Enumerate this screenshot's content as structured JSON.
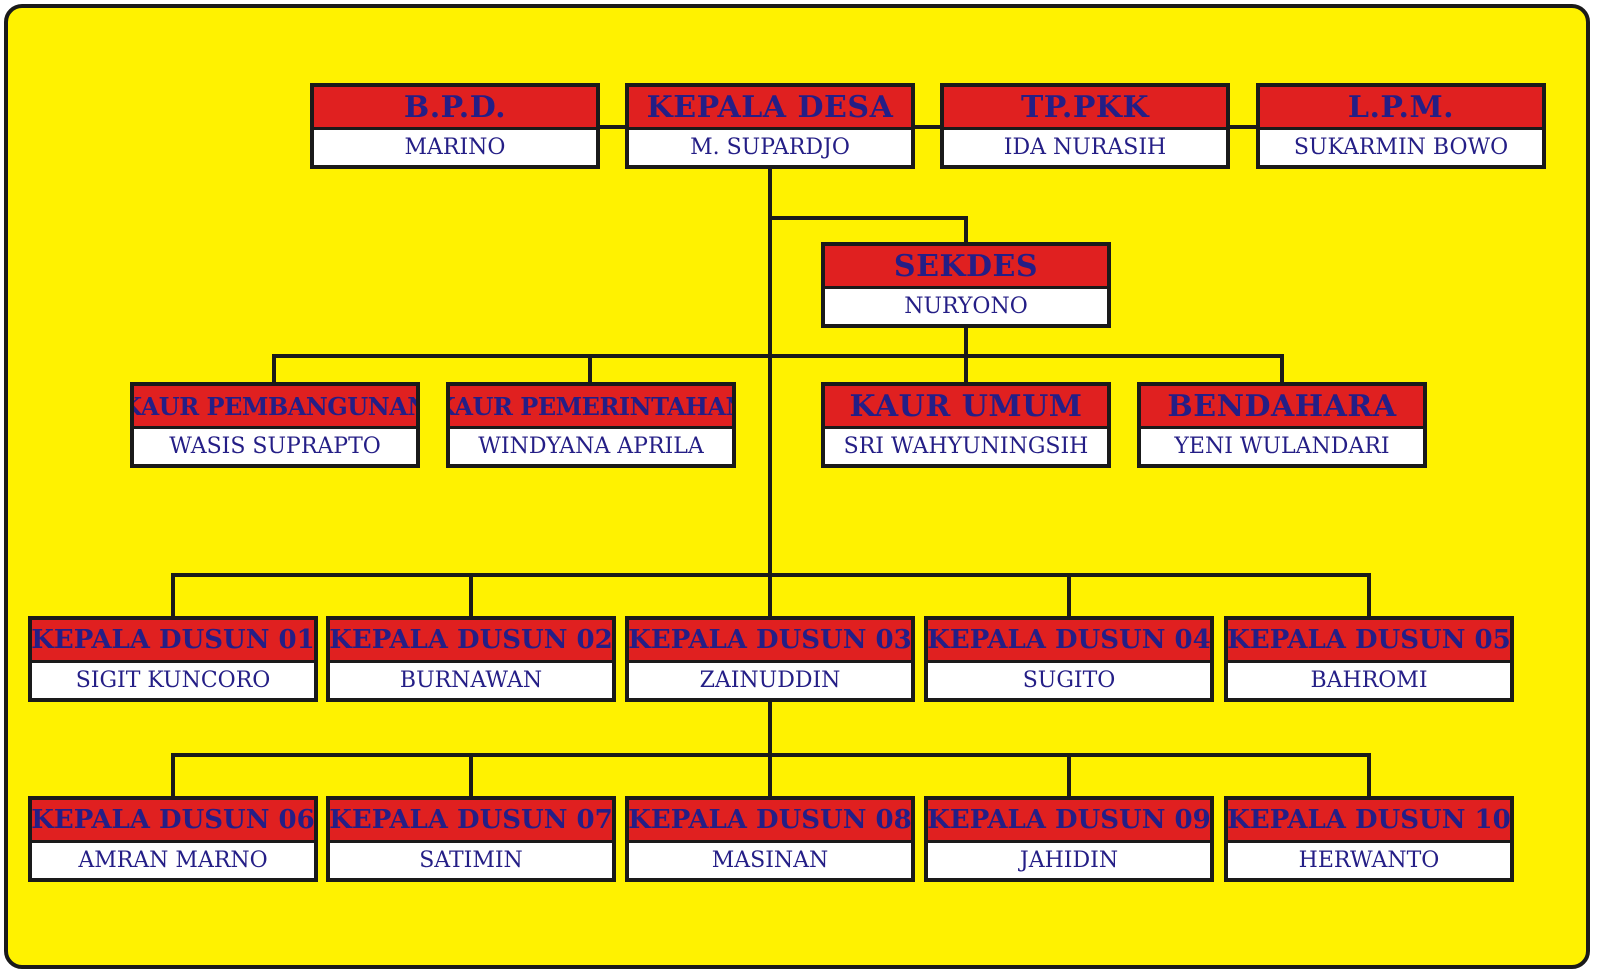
{
  "colors": {
    "background": "#fff200",
    "title_bar": "#e02020",
    "text": "#241e86",
    "border": "#1a1a1a"
  },
  "top_row": {
    "bpd": {
      "title": "B.P.D.",
      "name": "MARINO"
    },
    "kepala_desa": {
      "title": "KEPALA DESA",
      "name": "M. SUPARDJO"
    },
    "tp_pkk": {
      "title": "TP.PKK",
      "name": "IDA NURASIH"
    },
    "lpm": {
      "title": "L.P.M.",
      "name": "SUKARMIN BOWO"
    }
  },
  "sekdes": {
    "title": "SEKDES",
    "name": "NURYONO"
  },
  "kaur": [
    {
      "title": "KAUR PEMBANGUNAN",
      "name": "WASIS  SUPRAPTO"
    },
    {
      "title": "KAUR PEMERINTAHAN",
      "name": "WINDYANA  APRILA"
    },
    {
      "title": "KAUR UMUM",
      "name": "SRI WAHYUNINGSIH"
    },
    {
      "title": "BENDAHARA",
      "name": "YENI WULANDARI"
    }
  ],
  "dusun": [
    {
      "title": "KEPALA DUSUN 01",
      "name": "SIGIT KUNCORO"
    },
    {
      "title": "KEPALA DUSUN 02",
      "name": "BURNAWAN"
    },
    {
      "title": "KEPALA DUSUN 03",
      "name": "ZAINUDDIN"
    },
    {
      "title": "KEPALA DUSUN 04",
      "name": "SUGITO"
    },
    {
      "title": "KEPALA DUSUN 05",
      "name": "BAHROMI"
    },
    {
      "title": "KEPALA DUSUN 06",
      "name": "AMRAN MARNO"
    },
    {
      "title": "KEPALA DUSUN 07",
      "name": "SATIMIN"
    },
    {
      "title": "KEPALA DUSUN 08",
      "name": "MASINAN"
    },
    {
      "title": "KEPALA DUSUN 09",
      "name": "JAHIDIN"
    },
    {
      "title": "KEPALA DUSUN 10",
      "name": "HERWANTO"
    }
  ]
}
